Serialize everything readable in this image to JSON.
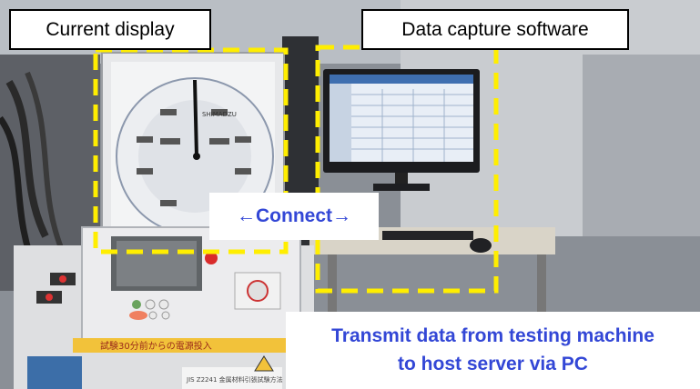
{
  "labels": {
    "current_display": "Current display",
    "data_capture_software": "Data capture software",
    "connect": "←Connect→",
    "transmit_line1": "Transmit data from testing machine",
    "transmit_line2": "to host server via PC"
  },
  "equipment": {
    "brand_on_dial": "SHIMADZU",
    "panel_banner": "試験30分前からの電源投入",
    "standard_plate": "JIS Z2241 金属材料引張試験方法"
  },
  "colors": {
    "highlight_dash": "#ffee00",
    "annotation_text": "#3347d6"
  }
}
